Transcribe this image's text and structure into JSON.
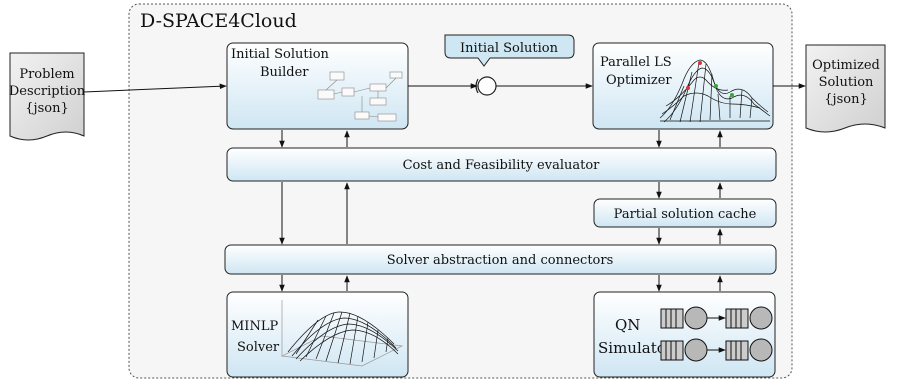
{
  "container": {
    "title": "D-SPACE4Cloud"
  },
  "input_doc": {
    "line1": "Problem",
    "line2": "Description",
    "line3": "{json}"
  },
  "output_doc": {
    "line1": "Optimized",
    "line2": "Solution",
    "line3": "{json}"
  },
  "callout": {
    "label": "Initial Solution"
  },
  "builder": {
    "line1": "Initial Solution",
    "line2": "Builder"
  },
  "optimizer": {
    "line1": "Parallel LS",
    "line2": "Optimizer"
  },
  "evaluator": {
    "label": "Cost and Feasibility evaluator"
  },
  "cache": {
    "label": "Partial solution cache"
  },
  "solver_layer": {
    "label": "Solver abstraction and connectors"
  },
  "minlp": {
    "line1": "MINLP",
    "line2": "Solver"
  },
  "qn": {
    "line1": "QN",
    "line2": "Simulator"
  },
  "colors": {
    "box_gradient_top": "#ffffff",
    "box_gradient_bottom": "#cfe6f3",
    "doc_fill": "#e2e2e2",
    "border": "#222222"
  }
}
